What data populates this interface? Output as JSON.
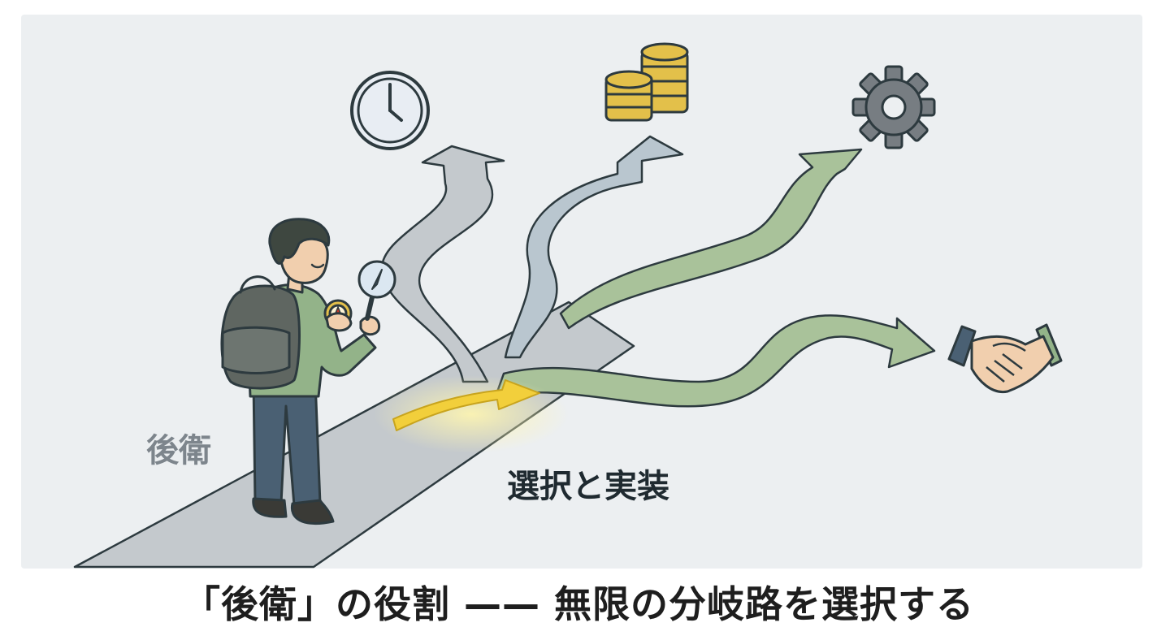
{
  "labels": {
    "rear": "後衛",
    "choice": "選択と実装",
    "caption": "「後衛」の役割 —— 無限の分岐路を選択する"
  },
  "icons": [
    "clock-icon",
    "coins-icon",
    "gear-icon",
    "handshake-icon",
    "compass-icon",
    "magnifier-icon",
    "backpack-icon"
  ],
  "colors": {
    "background": "#eceff1",
    "gray_path": "#c4c9cd",
    "blue_path": "#b9c6cf",
    "green_path": "#a9c29a",
    "highlight_arrow": "#f2cf3b",
    "outline": "#2d3a3f",
    "clock_face": "#e8edf3",
    "coins": "#e3c04a",
    "gear": "#777d82",
    "jacket": "#93b389",
    "pants": "#4a6073",
    "backpack": "#5f6661",
    "skin": "#f1cfae"
  }
}
